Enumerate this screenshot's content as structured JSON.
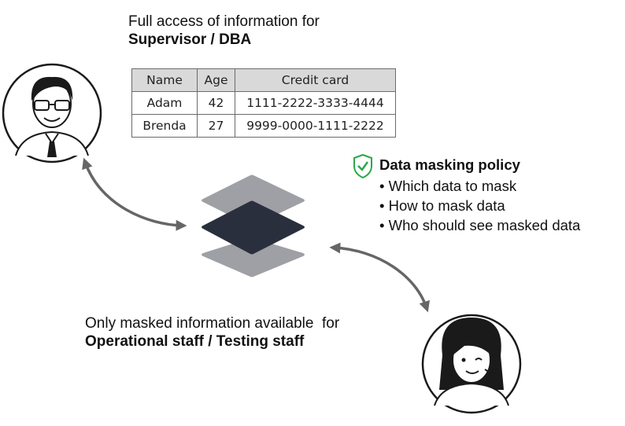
{
  "supervisor": {
    "caption_line1": "Full access of information for",
    "caption_line2": "Supervisor / DBA"
  },
  "table": {
    "headers": [
      "Name",
      "Age",
      "Credit card"
    ],
    "rows": [
      [
        "Adam",
        "42",
        "1111-2222-3333-4444"
      ],
      [
        "Brenda",
        "27",
        "9999-0000-1111-2222"
      ]
    ]
  },
  "policy": {
    "title": "Data masking policy",
    "items": [
      "Which data to mask",
      "How to mask data",
      "Who should see masked data"
    ]
  },
  "staff": {
    "caption_line1": "Only masked information available  for",
    "caption_line2": "Operational staff / Testing staff"
  },
  "colors": {
    "layer_light": "#9fa0a6",
    "layer_dark": "#2a2f3e",
    "shield": "#2aa84a",
    "arrow": "#666666"
  },
  "icons": [
    "supervisor-avatar",
    "staff-avatar",
    "database-layers-icon",
    "shield-check-icon"
  ]
}
